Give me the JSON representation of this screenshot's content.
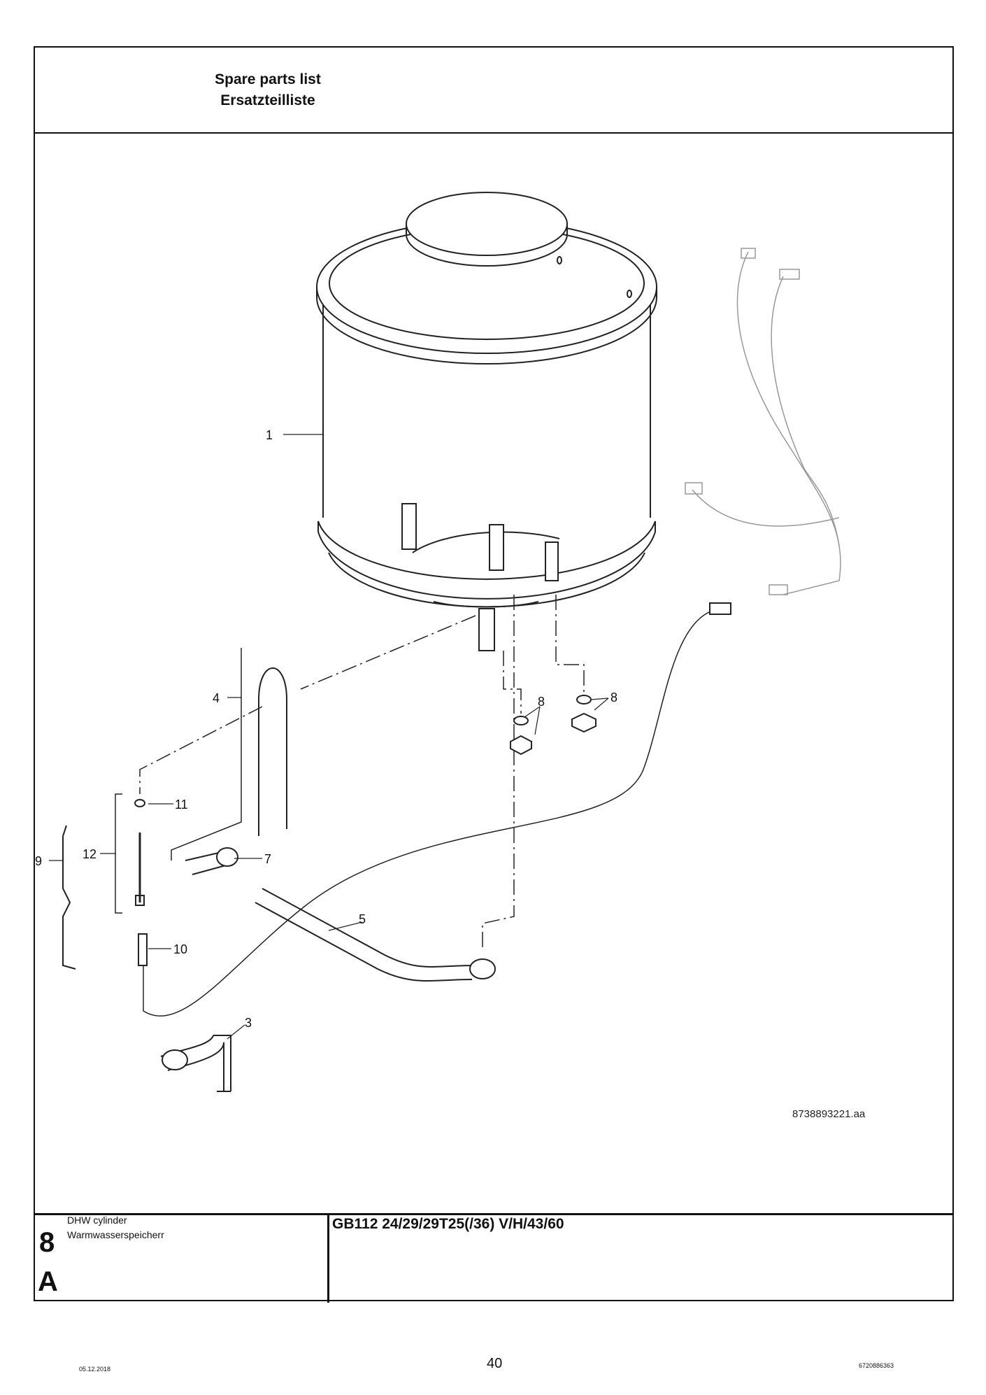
{
  "header": {
    "title_en": "Spare parts list",
    "title_de": "Ersatzteilliste"
  },
  "drawing": {
    "reference": "8738893221.aa",
    "callouts": {
      "c1": "1",
      "c3": "3",
      "c4": "4",
      "c5": "5",
      "c7": "7",
      "c8a": "8",
      "c8b": "8",
      "c9": "9",
      "c10": "10",
      "c11": "11",
      "c12": "12"
    }
  },
  "titleblock": {
    "section_number": "8",
    "section_letter": "A",
    "name_en": "DHW cylinder",
    "name_de": "Warmwasserspeicherr",
    "model": "GB112 24/29/29T25(/36) V/H/43/60"
  },
  "footer": {
    "date": "05.12.2018",
    "page": "40",
    "doc_number": "6720886363"
  }
}
